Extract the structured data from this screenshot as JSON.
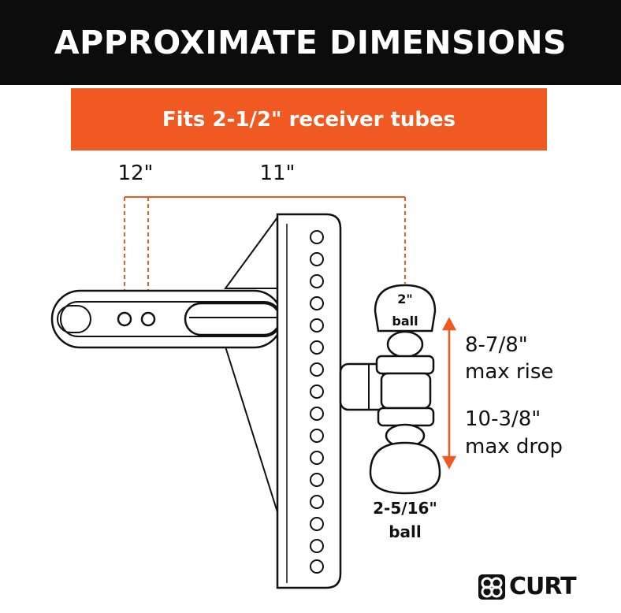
{
  "header": {
    "title": "APPROXIMATE DIMENSIONS"
  },
  "banner": {
    "text": "Fits 2-1/2\" receiver tubes"
  },
  "dimensions": {
    "length_short": "12\"",
    "length_long": "11\"",
    "rise_value": "8-7/8\"",
    "rise_label": "max rise",
    "drop_value": "10-3/8\"",
    "drop_label": "max drop"
  },
  "balls": {
    "small_size": "2\"",
    "small_label": "ball",
    "large_size": "2-5/16\"",
    "large_label": "ball"
  },
  "brand": {
    "name": "CURT"
  },
  "colors": {
    "accent": "#f05a22",
    "header_bg": "#0c0c0c",
    "line": "#111111"
  }
}
